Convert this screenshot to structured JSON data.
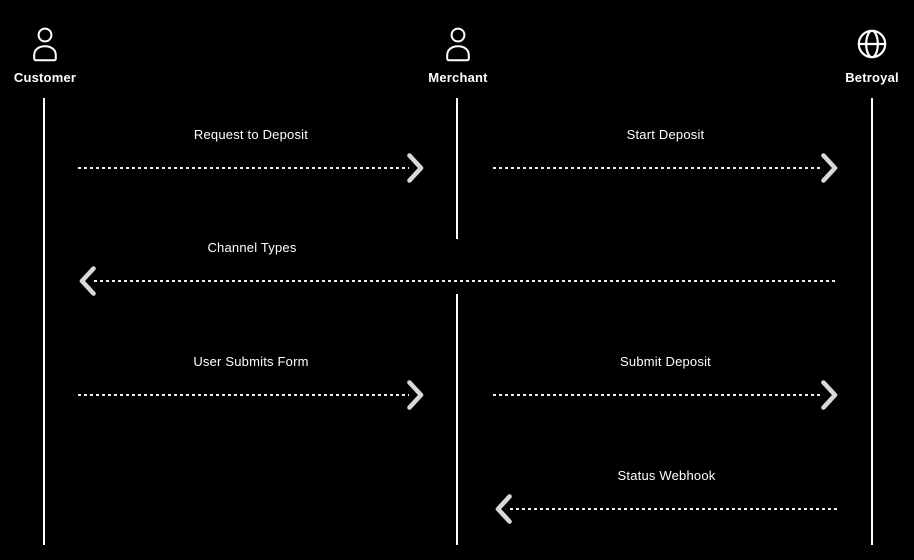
{
  "colors": {
    "background": "#000000",
    "text": "#ffffff",
    "lifeline": "#ffffff",
    "dotted_line": "#ededed",
    "arrowhead": "#d9d9d9"
  },
  "actors": [
    {
      "label": "Customer",
      "icon": "person-icon"
    },
    {
      "label": "Merchant",
      "icon": "person-icon"
    },
    {
      "label": "Betroyal",
      "icon": "globe-icon"
    }
  ],
  "messages": [
    {
      "label": "Request to Deposit",
      "from": "Customer",
      "to": "Merchant",
      "direction": "right"
    },
    {
      "label": "Start Deposit",
      "from": "Merchant",
      "to": "Betroyal",
      "direction": "right"
    },
    {
      "label": "Channel Types",
      "from": "Betroyal",
      "to": "Customer",
      "direction": "left"
    },
    {
      "label": "User Submits Form",
      "from": "Customer",
      "to": "Merchant",
      "direction": "right"
    },
    {
      "label": "Submit Deposit",
      "from": "Merchant",
      "to": "Betroyal",
      "direction": "right"
    },
    {
      "label": "Status Webhook",
      "from": "Betroyal",
      "to": "Merchant",
      "direction": "left"
    }
  ]
}
